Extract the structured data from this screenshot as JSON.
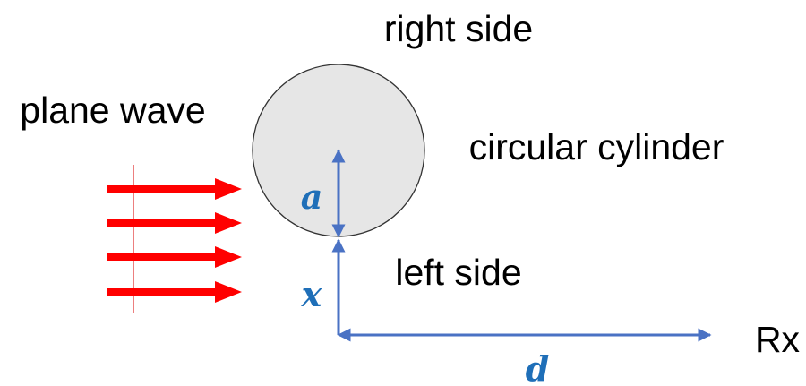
{
  "labels": {
    "plane_wave": "plane wave",
    "right_side": "right side",
    "cylinder": "circular cylinder",
    "left_side": "left side",
    "receiver": "Rx"
  },
  "variables": {
    "radius": "a",
    "offset": "x",
    "distance": "d"
  },
  "colors": {
    "wave_arrows": "#ff0000",
    "wavefront_line": "#e23a3a",
    "dimension_arrows": "#4a72c4",
    "variables": "#1f6fb8",
    "cylinder_fill": "#e6e6e6",
    "cylinder_stroke": "#333333",
    "text": "#000000"
  }
}
